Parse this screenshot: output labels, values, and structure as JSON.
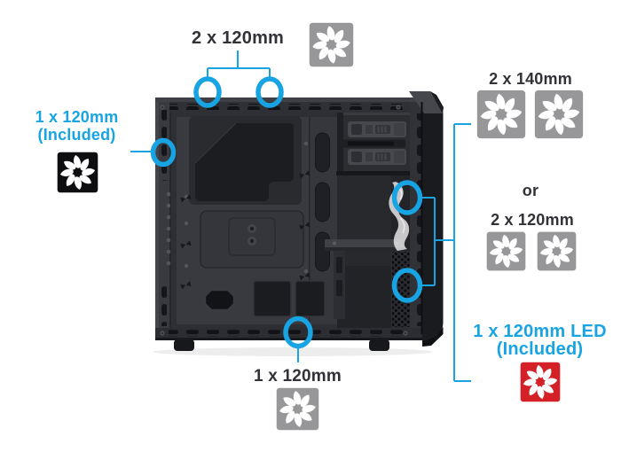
{
  "colors": {
    "accent": "#18a4e3",
    "label_dark": "#323138",
    "fan_gray": "#97979a",
    "fan_black": "#0e0e10",
    "fan_red": "#d42127"
  },
  "labels": {
    "top_fans": "2 x 120mm",
    "rear_fan": "1 x 120mm",
    "rear_fan_sub": "(Included)",
    "front_fans_140": "2 x 140mm",
    "or_separator": "or",
    "front_fans_120": "2 x 120mm",
    "front_led_fan": "1 x 120mm LED",
    "front_led_fan_sub": "(Included)",
    "bottom_fan": "1 x 120mm"
  },
  "fan_icons": [
    {
      "id": "top-fan-icon",
      "size": "120mm",
      "color_key": "fan_gray"
    },
    {
      "id": "rear-fan-icon",
      "size": "120mm",
      "color_key": "fan_black"
    },
    {
      "id": "front-140-fan-icon-1",
      "size": "140mm",
      "color_key": "fan_gray"
    },
    {
      "id": "front-140-fan-icon-2",
      "size": "140mm",
      "color_key": "fan_gray"
    },
    {
      "id": "front-120-fan-icon-1",
      "size": "120mm",
      "color_key": "fan_gray"
    },
    {
      "id": "front-120-fan-icon-2",
      "size": "120mm",
      "color_key": "fan_gray"
    },
    {
      "id": "front-led-fan-icon",
      "size": "120mm",
      "color_key": "fan_red"
    },
    {
      "id": "bottom-fan-icon",
      "size": "120mm",
      "color_key": "fan_gray"
    }
  ],
  "fan_mount_markers": [
    {
      "id": "top-mount-1"
    },
    {
      "id": "top-mount-2"
    },
    {
      "id": "rear-mount"
    },
    {
      "id": "front-mount-1"
    },
    {
      "id": "front-mount-2"
    },
    {
      "id": "bottom-mount"
    }
  ]
}
